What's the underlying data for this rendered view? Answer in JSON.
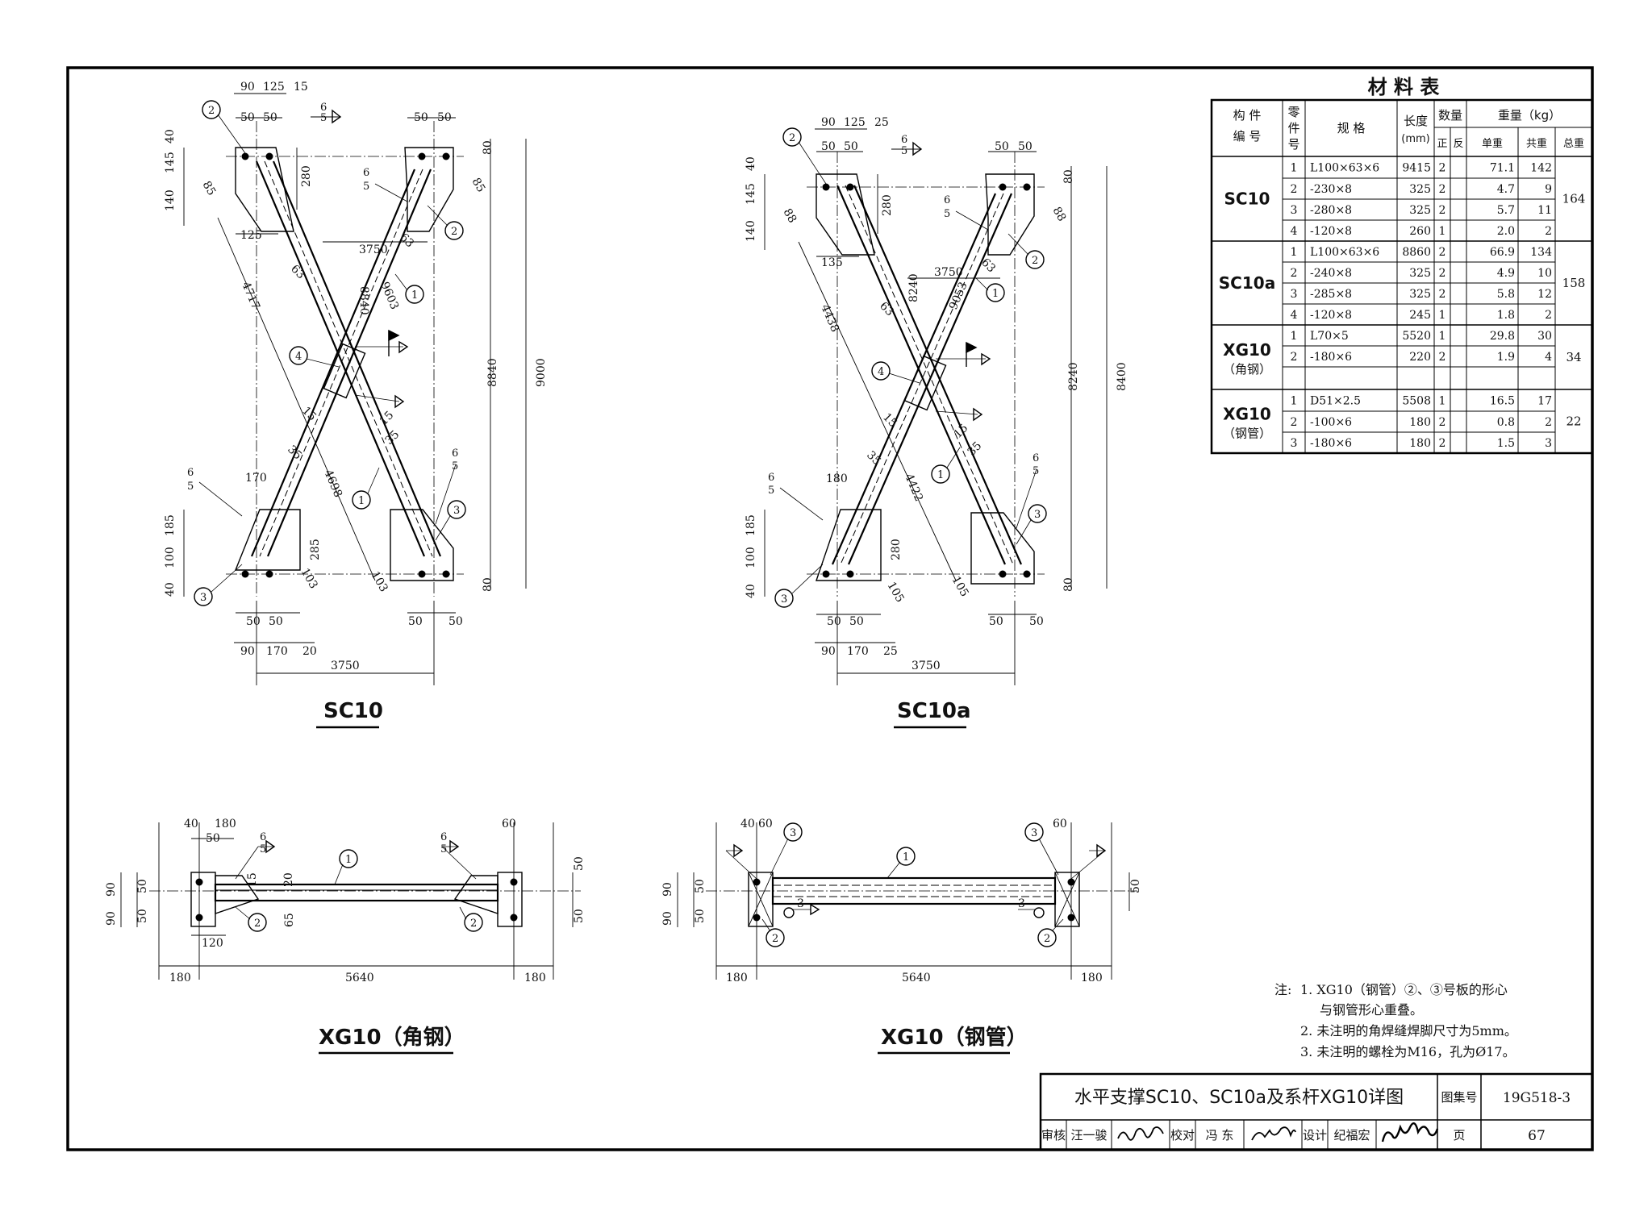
{
  "drawings": {
    "sc10": {
      "title": "SC10",
      "dims": {
        "top_a": "90",
        "top_b": "125",
        "top_c": "15",
        "top_d": "50",
        "top_e": "50",
        "top_f": "50",
        "top_g": "50",
        "left_40": "40",
        "left_145": "145",
        "left_140": "140",
        "left_125": "125",
        "left_85": "85",
        "left_280": "280",
        "right_80a": "80",
        "right_85": "85",
        "right_8840": "8840",
        "right_9000": "9000",
        "right_80b": "80",
        "c3750": "3750",
        "c8840": "8840",
        "c9603": "9603",
        "c63a": "63",
        "c63b": "63",
        "c4717": "4717",
        "c15a": "15",
        "c15b": "15",
        "c35a": "35",
        "c35b": "35",
        "c4698": "4698",
        "l170": "170",
        "l185": "185",
        "l100": "100",
        "l40": "40",
        "l285": "285",
        "l103a": "103",
        "l103b": "103",
        "b50a": "50",
        "b50b": "50",
        "b50c": "50",
        "b50d": "50",
        "b90": "90",
        "b170": "170",
        "b20": "20",
        "b3750": "3750"
      },
      "weld_a": "6",
      "weld_b": "5"
    },
    "sc10a": {
      "title": "SC10a",
      "dims": {
        "top_a": "90",
        "top_b": "125",
        "top_c": "25",
        "top_d": "50",
        "top_e": "50",
        "top_f": "50",
        "top_g": "50",
        "left_40": "40",
        "left_145": "145",
        "left_140": "140",
        "left_135": "135",
        "left_88": "88",
        "left_280": "280",
        "right_80a": "80",
        "right_88": "88",
        "right_8240": "8240",
        "right_8400": "8400",
        "right_80b": "80",
        "c3750": "3750",
        "c8240": "8240",
        "c9053": "9053",
        "c63a": "63",
        "c63b": "63",
        "c4438": "4438",
        "c15a": "15",
        "c15b": "15",
        "c35a": "35",
        "c35b": "35",
        "c4422": "4422",
        "l180": "180",
        "l185": "185",
        "l100": "100",
        "l40": "40",
        "l280": "280",
        "l105a": "105",
        "l105b": "105",
        "b50a": "50",
        "b50b": "50",
        "b50c": "50",
        "b50d": "50",
        "b90": "90",
        "b170": "170",
        "b25": "25",
        "b3750": "3750"
      }
    },
    "xg10_angle": {
      "title": "XG10（角钢）",
      "dims": {
        "t40": "40",
        "t180": "180",
        "t50": "50",
        "t60": "60",
        "d15": "15",
        "d20": "20",
        "d65": "65",
        "d120": "120",
        "l90a": "90",
        "l90b": "90",
        "l50a": "50",
        "l50b": "50",
        "r50a": "50",
        "r50b": "50",
        "b180a": "180",
        "b5640": "5640",
        "b180b": "180"
      }
    },
    "xg10_tube": {
      "title": "XG10（钢管）",
      "dims": {
        "t40": "40",
        "t60a": "60",
        "t60b": "60",
        "l90a": "90",
        "l90b": "90",
        "l50a": "50",
        "l50b": "50",
        "r50": "50",
        "w3a": "3",
        "w3b": "3",
        "b180a": "180",
        "b5640": "5640",
        "b180b": "180"
      }
    }
  },
  "material_table": {
    "title": "材   料   表",
    "headers": {
      "member_l1": "构 件",
      "member_l2": "编 号",
      "part_l1": "零",
      "part_l2": "件",
      "part_l3": "号",
      "spec": "规  格",
      "len_l1": "长度",
      "len_l2": "(mm)",
      "qty": "数量",
      "qty_pos": "正",
      "qty_neg": "反",
      "weight": "重量（kg）",
      "w_unit": "单重",
      "w_sum": "共重",
      "w_total": "总重"
    },
    "groups": [
      {
        "member": "SC10",
        "member_sub": "",
        "total": "164",
        "rows": [
          {
            "no": "1",
            "spec": "L100×63×6",
            "len": "9415",
            "pos": "2",
            "neg": "",
            "unit": "71.1",
            "sum": "142"
          },
          {
            "no": "2",
            "spec": "-230×8",
            "len": "325",
            "pos": "2",
            "neg": "",
            "unit": "4.7",
            "sum": "9"
          },
          {
            "no": "3",
            "spec": "-280×8",
            "len": "325",
            "pos": "2",
            "neg": "",
            "unit": "5.7",
            "sum": "11"
          },
          {
            "no": "4",
            "spec": "-120×8",
            "len": "260",
            "pos": "1",
            "neg": "",
            "unit": "2.0",
            "sum": "2"
          }
        ]
      },
      {
        "member": "SC10a",
        "member_sub": "",
        "total": "158",
        "rows": [
          {
            "no": "1",
            "spec": "L100×63×6",
            "len": "8860",
            "pos": "2",
            "neg": "",
            "unit": "66.9",
            "sum": "134"
          },
          {
            "no": "2",
            "spec": "-240×8",
            "len": "325",
            "pos": "2",
            "neg": "",
            "unit": "4.9",
            "sum": "10"
          },
          {
            "no": "3",
            "spec": "-285×8",
            "len": "325",
            "pos": "2",
            "neg": "",
            "unit": "5.8",
            "sum": "12"
          },
          {
            "no": "4",
            "spec": "-120×8",
            "len": "245",
            "pos": "1",
            "neg": "",
            "unit": "1.8",
            "sum": "2"
          }
        ]
      },
      {
        "member": "XG10",
        "member_sub": "（角钢）",
        "total": "34",
        "rows": [
          {
            "no": "1",
            "spec": "L70×5",
            "len": "5520",
            "pos": "1",
            "neg": "",
            "unit": "29.8",
            "sum": "30"
          },
          {
            "no": "2",
            "spec": "-180×6",
            "len": "220",
            "pos": "2",
            "neg": "",
            "unit": "1.9",
            "sum": "4"
          },
          {
            "no": "",
            "spec": "",
            "len": "",
            "pos": "",
            "neg": "",
            "unit": "",
            "sum": ""
          }
        ]
      },
      {
        "member": "XG10",
        "member_sub": "（钢管）",
        "total": "22",
        "rows": [
          {
            "no": "1",
            "spec": "D51×2.5",
            "len": "5508",
            "pos": "1",
            "neg": "",
            "unit": "16.5",
            "sum": "17"
          },
          {
            "no": "2",
            "spec": "-100×6",
            "len": "180",
            "pos": "2",
            "neg": "",
            "unit": "0.8",
            "sum": "2"
          },
          {
            "no": "3",
            "spec": "-180×6",
            "len": "180",
            "pos": "2",
            "neg": "",
            "unit": "1.5",
            "sum": "3"
          }
        ]
      }
    ]
  },
  "notes": {
    "prefix": "注:",
    "lines": [
      "1. XG10（钢管）②、③号板的形心",
      "与钢管形心重叠。",
      "2. 未注明的角焊缝焊脚尺寸为5mm。",
      "3. 未注明的螺栓为M16，孔为Ø17。"
    ]
  },
  "title_block": {
    "title": "水平支撑SC10、SC10a及系杆XG10详图",
    "atlas_label": "图集号",
    "atlas_no": "19G518-3",
    "review_label": "审核",
    "reviewer": "汪一骏",
    "reviewer_sign": "汪一骏",
    "check_label": "校对",
    "checker": "冯 东",
    "checker_sign": "冯东",
    "design_label": "设计",
    "designer": "纪福宏",
    "designer_sign": "纪福宏",
    "page_label": "页",
    "page_no": "67"
  }
}
